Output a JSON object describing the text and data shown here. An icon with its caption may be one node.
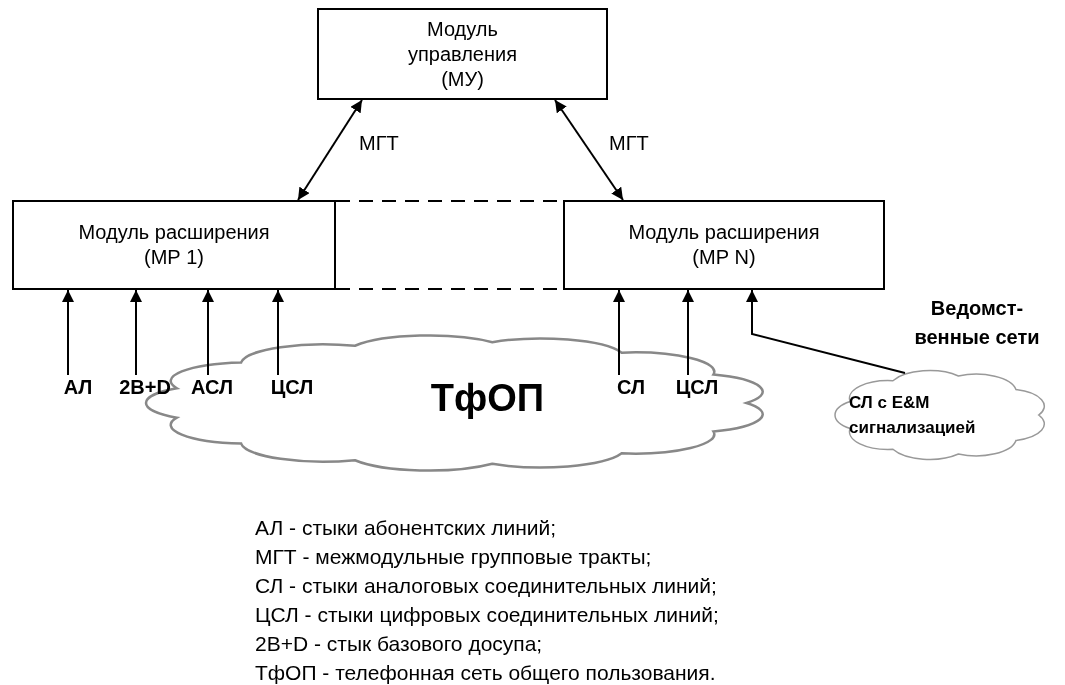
{
  "diagram": {
    "nodes": [
      {
        "text": [
          "Модуль управления (МУ)"
        ]
      },
      {
        "text": [
          "Модуль расширения (МР 1)"
        ]
      },
      {
        "text": [
          "Модуль расширения (МР N)"
        ]
      },
      {
        "text": [
          "ТфОП"
        ]
      },
      {
        "text": [
          "АЛ"
        ]
      },
      {
        "text": [
          "2B+D"
        ]
      },
      {
        "text": [
          "АСЛ"
        ],
        "in": 3
      },
      {
        "text": [
          "ЦСЛ"
        ],
        "in": 3
      },
      {
        "text": [
          "СЛ"
        ],
        "in": 3
      },
      {
        "text": [
          "ЦСЛ"
        ],
        "in": 3
      },
      {
        "text": [
          "СЛ с E&M сигнализацией"
        ]
      }
    ],
    "edges": [
      {
        "from": 0,
        "to": 1,
        "arrow": "both",
        "label": "МГТ"
      },
      {
        "from": 0,
        "to": 2,
        "arrow": "both",
        "label": "МГТ"
      },
      {
        "from": 1,
        "to": 2,
        "arrow": "none",
        "style": "dashed"
      },
      {
        "from": 1,
        "to": 2,
        "arrow": "none",
        "style": "dashed"
      },
      {
        "from": 4,
        "to": 1,
        "arrow": "to"
      },
      {
        "from": 5,
        "to": 1,
        "arrow": "to"
      },
      {
        "from": 6,
        "to": 1,
        "arrow": "to"
      },
      {
        "from": 7,
        "to": 1,
        "arrow": "to"
      },
      {
        "from": 8,
        "to": 2,
        "arrow": "to"
      },
      {
        "from": 9,
        "to": 2,
        "arrow": "to"
      },
      {
        "from": 10,
        "to": 2,
        "arrow": "to"
      }
    ],
    "labels": [
      "Ведомст- венные сети",
      "АЛ - стыки абонентских линий;",
      "МГТ - межмодульные групповые тракты;",
      "СЛ - стыки аналоговых соединительных линий;",
      "ЦСЛ - стыки цифровых соединительных линий;",
      "2B+D - стык базового досупа;",
      "ТфОП - телефонная сеть общего пользования."
    ]
  }
}
